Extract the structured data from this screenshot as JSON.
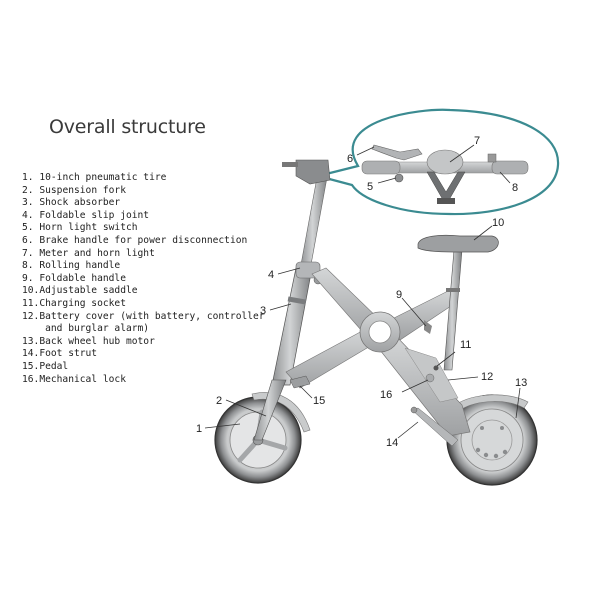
{
  "title": "Overall structure",
  "parts": [
    {
      "num": "1.",
      "label": "10-inch pneumatic tire"
    },
    {
      "num": "2.",
      "label": "Suspension fork"
    },
    {
      "num": "3.",
      "label": "Shock absorber"
    },
    {
      "num": "4.",
      "label": "Foldable slip joint"
    },
    {
      "num": "5.",
      "label": "Horn light switch"
    },
    {
      "num": "6.",
      "label": "Brake handle for power disconnection"
    },
    {
      "num": "7.",
      "label": "Meter and horn light"
    },
    {
      "num": "8.",
      "label": "Rolling handle"
    },
    {
      "num": "9.",
      "label": "Foldable handle"
    },
    {
      "num": "10.",
      "label": "Adjustable saddle"
    },
    {
      "num": "11.",
      "label": "Charging socket"
    },
    {
      "num": "12.",
      "label": "Battery cover (with battery, controller\n    and burglar alarm)"
    },
    {
      "num": "13.",
      "label": "Back wheel hub motor"
    },
    {
      "num": "14.",
      "label": "Foot strut"
    },
    {
      "num": "15.",
      "label": "Pedal"
    },
    {
      "num": "16.",
      "label": "Mechanical lock"
    }
  ],
  "callouts": {
    "c1": "1",
    "c2": "2",
    "c3": "3",
    "c4": "4",
    "c5": "5",
    "c6": "6",
    "c7": "7",
    "c8": "8",
    "c9": "9",
    "c10": "10",
    "c11": "11",
    "c12": "12",
    "c13": "13",
    "c14": "14",
    "c15": "15",
    "c16": "16"
  },
  "colors": {
    "inset_outline": "#3b8b91",
    "frame_gray": "#b9bbbd",
    "tire_dark": "#4a4a4a"
  }
}
